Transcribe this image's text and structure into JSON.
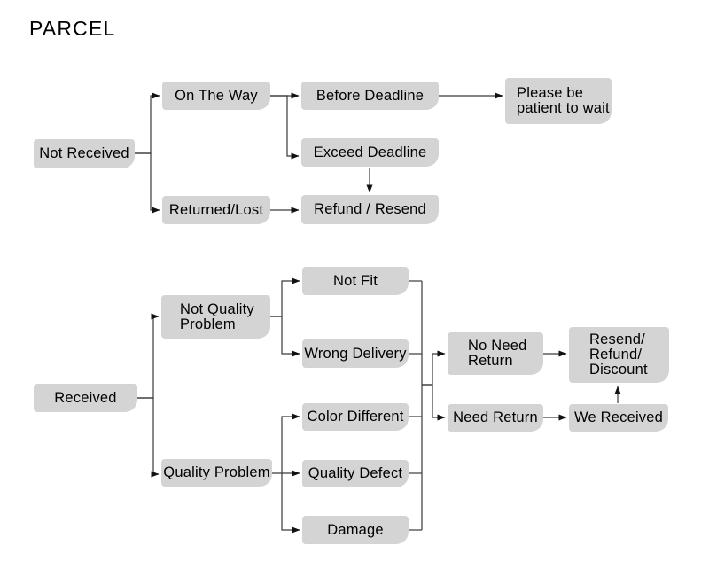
{
  "title": "PARCEL",
  "diagram_type": "flowchart",
  "colors": {
    "background": "#ffffff",
    "node_fill": "#d4d4d4",
    "node_text": "#000000",
    "line": "#3a3a3a",
    "arrowhead": "#111111"
  },
  "nodes": {
    "not_received": "Not Received",
    "on_the_way": "On The Way",
    "before_deadline": "Before Deadline",
    "please_wait": "Please be\npatient to wait",
    "exceed_deadline": "Exceed Deadline",
    "refund_resend": "Refund / Resend",
    "returned_lost": "Returned/Lost",
    "received": "Received",
    "not_quality_problem": "Not Quality\nProblem",
    "quality_problem": "Quality Problem",
    "not_fit": "Not Fit",
    "wrong_delivery": "Wrong Delivery",
    "color_different": "Color Different",
    "quality_defect": "Quality Defect",
    "damage": "Damage",
    "no_need_return": "No Need\nReturn",
    "need_return": "Need Return",
    "resend_refund_discount": "Resend/\nRefund/\nDiscount",
    "we_received": "We Received"
  },
  "edges": [
    {
      "from": "Not Received",
      "to": "On The Way"
    },
    {
      "from": "Not Received",
      "to": "Returned/Lost"
    },
    {
      "from": "On The Way",
      "to": "Before Deadline"
    },
    {
      "from": "On The Way",
      "to": "Exceed Deadline"
    },
    {
      "from": "Before Deadline",
      "to": "Please be patient to wait"
    },
    {
      "from": "Exceed Deadline",
      "to": "Refund / Resend"
    },
    {
      "from": "Returned/Lost",
      "to": "Refund / Resend"
    },
    {
      "from": "Received",
      "to": "Not Quality Problem"
    },
    {
      "from": "Received",
      "to": "Quality Problem"
    },
    {
      "from": "Not Quality Problem",
      "to": "Not Fit"
    },
    {
      "from": "Not Quality Problem",
      "to": "Wrong Delivery"
    },
    {
      "from": "Quality Problem",
      "to": "Color Different"
    },
    {
      "from": "Quality Problem",
      "to": "Quality Defect"
    },
    {
      "from": "Quality Problem",
      "to": "Damage"
    },
    {
      "from": [
        "Not Fit",
        "Wrong Delivery",
        "Color Different",
        "Quality Defect",
        "Damage"
      ],
      "to": [
        "No Need Return",
        "Need Return"
      ]
    },
    {
      "from": "No Need Return",
      "to": "Resend/Refund/Discount"
    },
    {
      "from": "Need Return",
      "to": "We Received"
    },
    {
      "from": "We Received",
      "to": "Resend/Refund/Discount"
    }
  ]
}
